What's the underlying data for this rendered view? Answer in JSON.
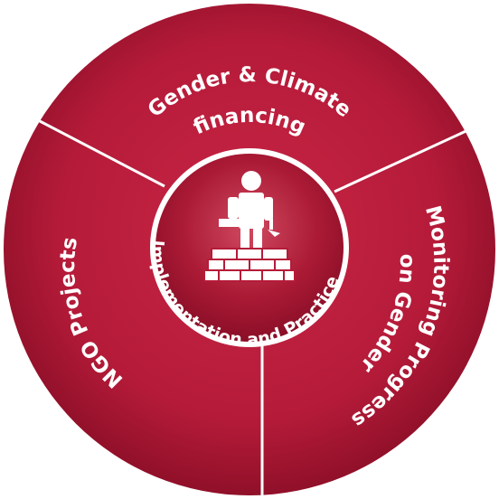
{
  "diagram": {
    "center": {
      "label": "Implementation and Practice",
      "icon": "bricklayer-icon"
    },
    "segments": [
      {
        "id": "top",
        "line1": "Gender & Climate",
        "line2": "financing"
      },
      {
        "id": "right",
        "line1": "Monitoring Progress",
        "line2": "on Gender"
      },
      {
        "id": "left",
        "line1": "NGO Projects"
      }
    ],
    "colors": {
      "ring": "#b81c3a",
      "ring_dark": "#8e0f28",
      "hub": "#a31530",
      "divider": "#ffffff"
    }
  }
}
